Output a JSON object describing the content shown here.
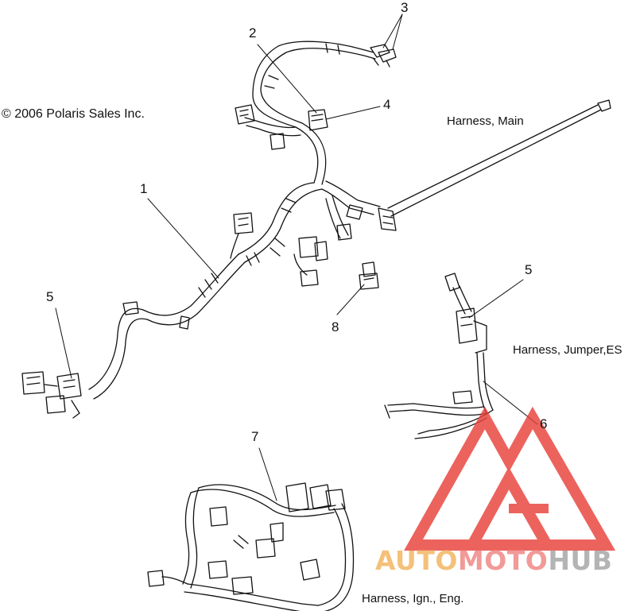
{
  "copyright": "© 2006 Polaris Sales Inc.",
  "labels": {
    "harness_main": "Harness, Main",
    "harness_jumper": "Harness, Jumper,ES",
    "harness_ign": "Harness, Ign., Eng."
  },
  "callouts": [
    "1",
    "2",
    "3",
    "4",
    "5",
    "5",
    "6",
    "7",
    "8"
  ],
  "watermark": {
    "part1": "AUTO",
    "part2": "MOTO",
    "part3": "HUB",
    "colors": {
      "auto": "#f4c17a",
      "moto": "#f19a98",
      "hub": "#b4b4b4",
      "logo": "#e8413a"
    }
  }
}
